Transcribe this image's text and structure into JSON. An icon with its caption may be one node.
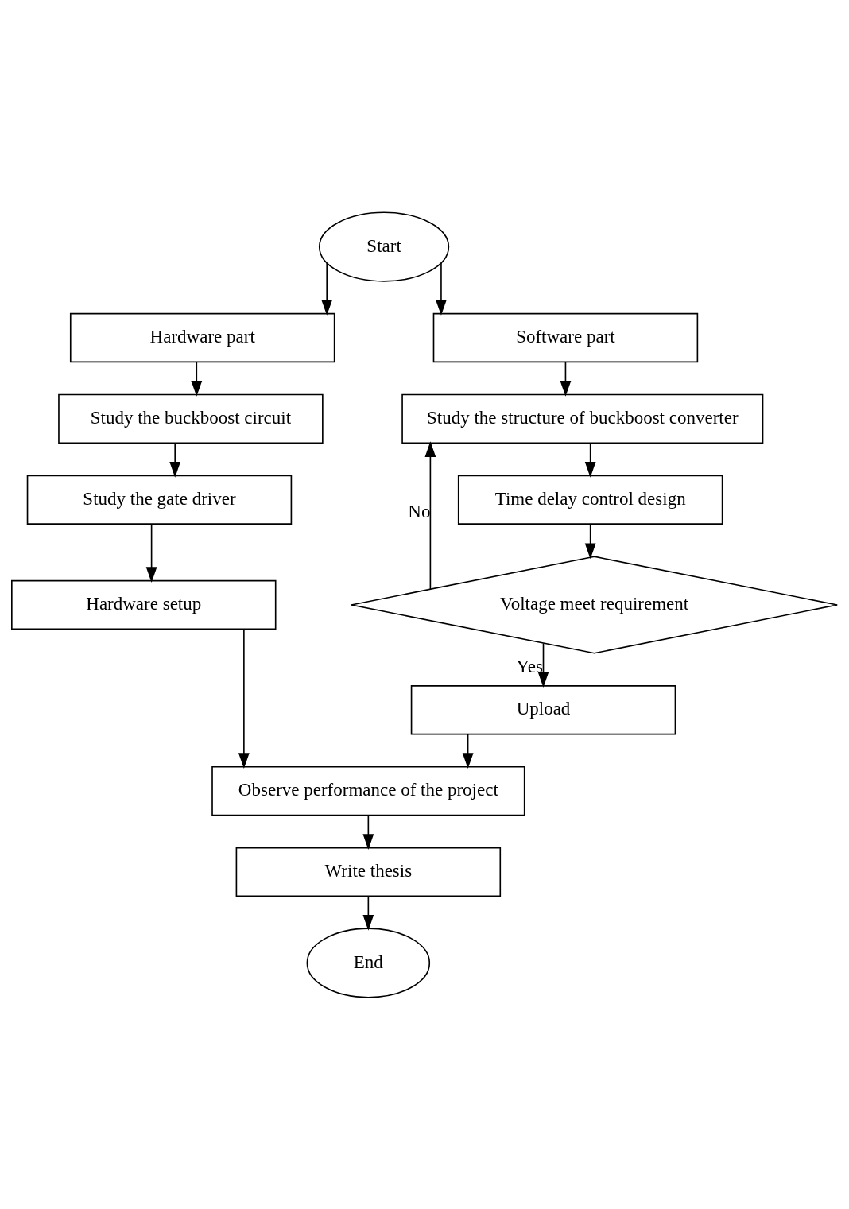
{
  "diagram": {
    "nodes": [
      {
        "text": [
          "Start"
        ]
      },
      {
        "text": [
          "Hardware part"
        ]
      },
      {
        "text": [
          "Software part"
        ]
      },
      {
        "text": [
          "Study the buckboost circuit"
        ]
      },
      {
        "text": [
          "Study the structure of buckboost converter"
        ]
      },
      {
        "text": [
          "Study the gate driver"
        ]
      },
      {
        "text": [
          "Time delay control design"
        ]
      },
      {
        "text": [
          "Hardware setup"
        ]
      },
      {
        "text": [
          "Voltage meet requirement"
        ]
      },
      {
        "text": [
          "Upload"
        ]
      },
      {
        "text": [
          "Observe performance of the project"
        ]
      },
      {
        "text": [
          "Write thesis"
        ]
      },
      {
        "text": [
          "End"
        ]
      }
    ],
    "edges": [
      {
        "from": 0,
        "to": 1,
        "arrow": "to"
      },
      {
        "from": 0,
        "to": 2,
        "arrow": "to"
      },
      {
        "from": 1,
        "to": 3,
        "arrow": "to"
      },
      {
        "from": 2,
        "to": 4,
        "arrow": "to"
      },
      {
        "from": 3,
        "to": 5,
        "arrow": "to"
      },
      {
        "from": 4,
        "to": 6,
        "arrow": "to"
      },
      {
        "from": 5,
        "to": 7,
        "arrow": "to"
      },
      {
        "from": 6,
        "to": 8,
        "arrow": "to"
      },
      {
        "from": 8,
        "to": 4,
        "label": "No",
        "arrow": "to"
      },
      {
        "from": 8,
        "to": 9,
        "label": "Yes",
        "arrow": "to"
      },
      {
        "from": 7,
        "to": 10,
        "arrow": "to"
      },
      {
        "from": 9,
        "to": 10,
        "arrow": "to"
      },
      {
        "from": 10,
        "to": 11,
        "arrow": "to"
      },
      {
        "from": 11,
        "to": 12,
        "arrow": "to"
      }
    ]
  }
}
